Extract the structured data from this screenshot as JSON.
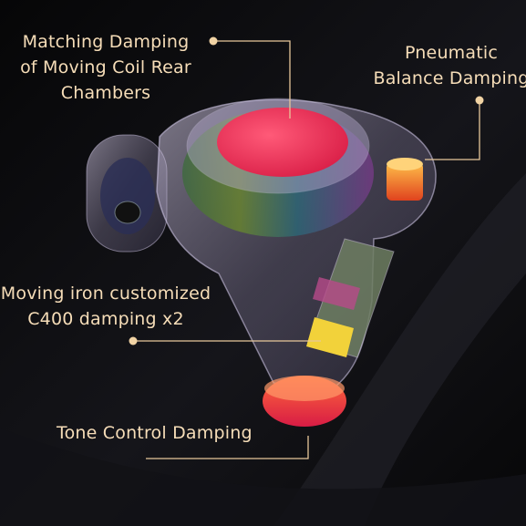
{
  "colors": {
    "background": "#0b0b0d",
    "label_text": "#f6ddb8",
    "leader_line": "#e7c79a",
    "damping_red": "#ef2c4f",
    "damping_orange": "#ff7a2a",
    "shell_tint": "#b7a9d6"
  },
  "callouts": [
    {
      "lines": [
        "Matching Damping",
        "of Moving Coil Rear",
        "Chambers"
      ]
    },
    {
      "lines": [
        "Pneumatic",
        "Balance Damping"
      ]
    },
    {
      "lines": [
        "Moving iron customized",
        "C400 damping x2"
      ]
    },
    {
      "lines": [
        "Tone Control Damping"
      ]
    }
  ]
}
